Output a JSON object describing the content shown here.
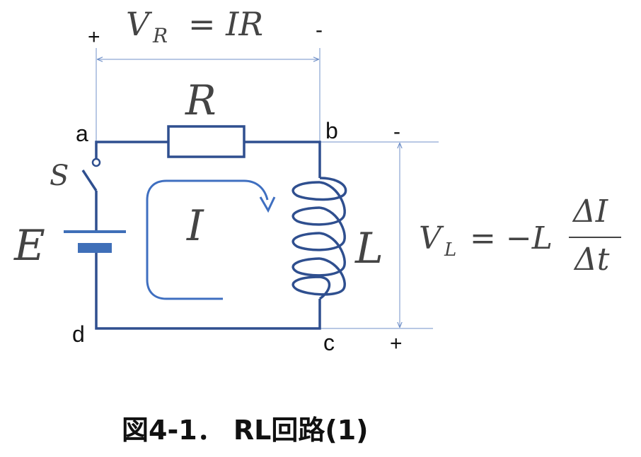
{
  "labels": {
    "node_a": "a",
    "node_b": "b",
    "node_c": "c",
    "node_d": "d",
    "plus_top": "+",
    "minus_top": "-",
    "minus_right": "-",
    "plus_right": "+",
    "switch": "S",
    "emf": "E",
    "resistor": "R",
    "inductor": "L",
    "current": "I"
  },
  "equations": {
    "vr_V": "V",
    "vr_sub": "R",
    "vr_rhs": "= IR",
    "vl_V": "V",
    "vl_sub": "L",
    "vl_rhs": "= −L",
    "vl_numerator": "ΔI",
    "vl_denominator": "Δt"
  },
  "caption": "図4-1． RL回路(1)",
  "colors": {
    "wire": "#2f4f8f",
    "battery": "#3f6fb8",
    "dimension_line": "#7090c8",
    "current_arrow": "#3f6fc0",
    "equation_text": "#444444"
  }
}
